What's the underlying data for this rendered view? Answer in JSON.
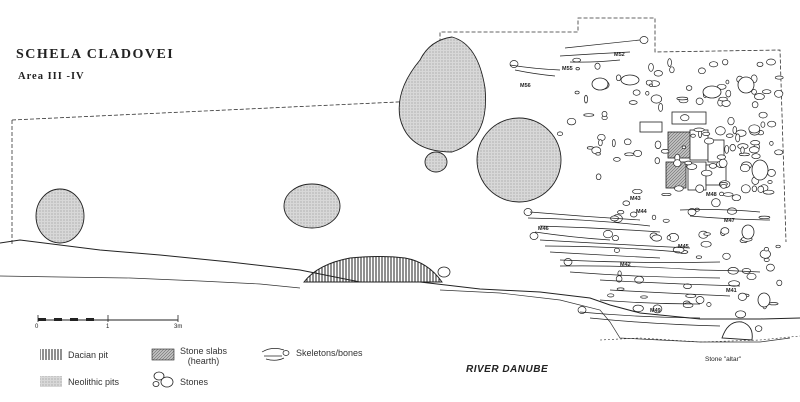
{
  "title": "SCHELA CLADOVEI",
  "subtitle": "Area III -IV",
  "scale": {
    "ticks": [
      "0",
      "1",
      "3m"
    ]
  },
  "legend": {
    "dacian_pit": "Dacian pit",
    "neolithic_pits": "Neolithic pits",
    "stone_slabs": "Stone slabs\n(hearth)",
    "stones": "Stones",
    "skeletons": "Skeletons/bones"
  },
  "river_label": "RIVER DANUBE",
  "altar_label": "Stone \"altar\"",
  "burials": [
    "M52",
    "M55",
    "M56",
    "M43",
    "M44",
    "M46",
    "M47",
    "M48",
    "M45",
    "M42",
    "M49",
    "M41"
  ],
  "colors": {
    "ink": "#222222",
    "pit_fill": "#cfcfcf"
  }
}
